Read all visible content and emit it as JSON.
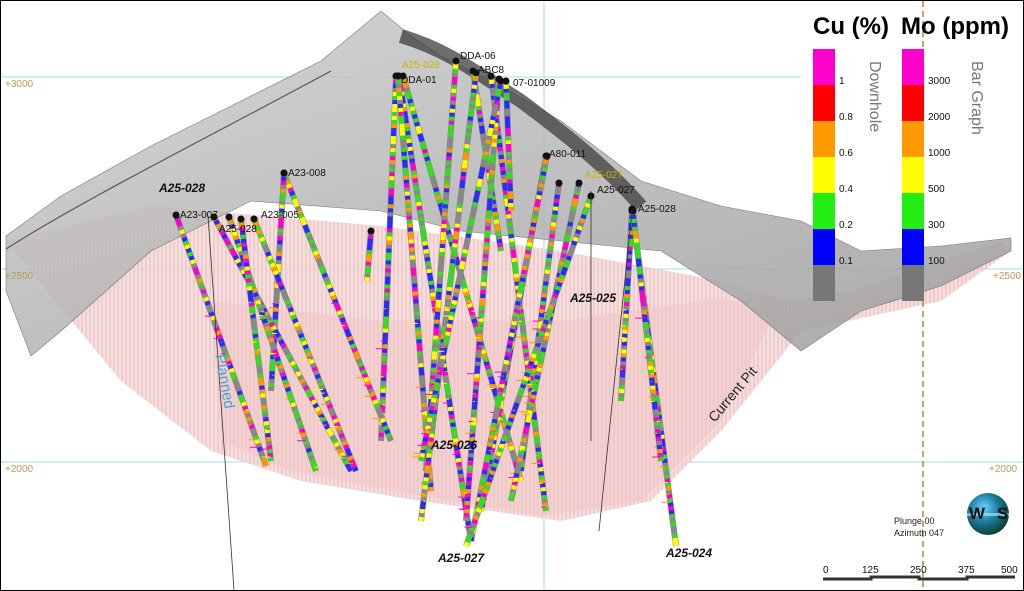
{
  "elevations": {
    "e3000": "+3000",
    "e2500": "+2500",
    "e2000": "+2000"
  },
  "collars": [
    "DDA-06",
    "ABC8",
    "A25-028",
    "DDA-01",
    "07-01009",
    "A80-011",
    "A23-008",
    "A23-007",
    "A25-028",
    "A23-005",
    "A25-027",
    "A25-027",
    "A25-028"
  ],
  "holes": [
    "A25-028",
    "A25-025",
    "A25-026",
    "A25-027",
    "A25-024"
  ],
  "annotations": {
    "planned": "Planned",
    "current_pit": "Current Pit"
  },
  "legend": {
    "cu_title": "Cu (%)",
    "mo_title": "Mo (ppm)",
    "cu_mode": "Downhole",
    "mo_mode": "Bar Graph",
    "colors": [
      "#ff00cc",
      "#ff0000",
      "#ff9900",
      "#ffff00",
      "#22ee11",
      "#0000ff",
      "#777777"
    ],
    "cu_ticks": [
      "1",
      "0.8",
      "0.6",
      "0.4",
      "0.2",
      "0.1"
    ],
    "mo_ticks": [
      "3000",
      "2000",
      "1000",
      "500",
      "300",
      "100"
    ]
  },
  "view": {
    "plunge": "Plunge 00",
    "azimuth": "Azimuth 047",
    "compass_w": "W",
    "compass_s": "S"
  },
  "scale": [
    "0",
    "125",
    "250",
    "375",
    "500"
  ]
}
